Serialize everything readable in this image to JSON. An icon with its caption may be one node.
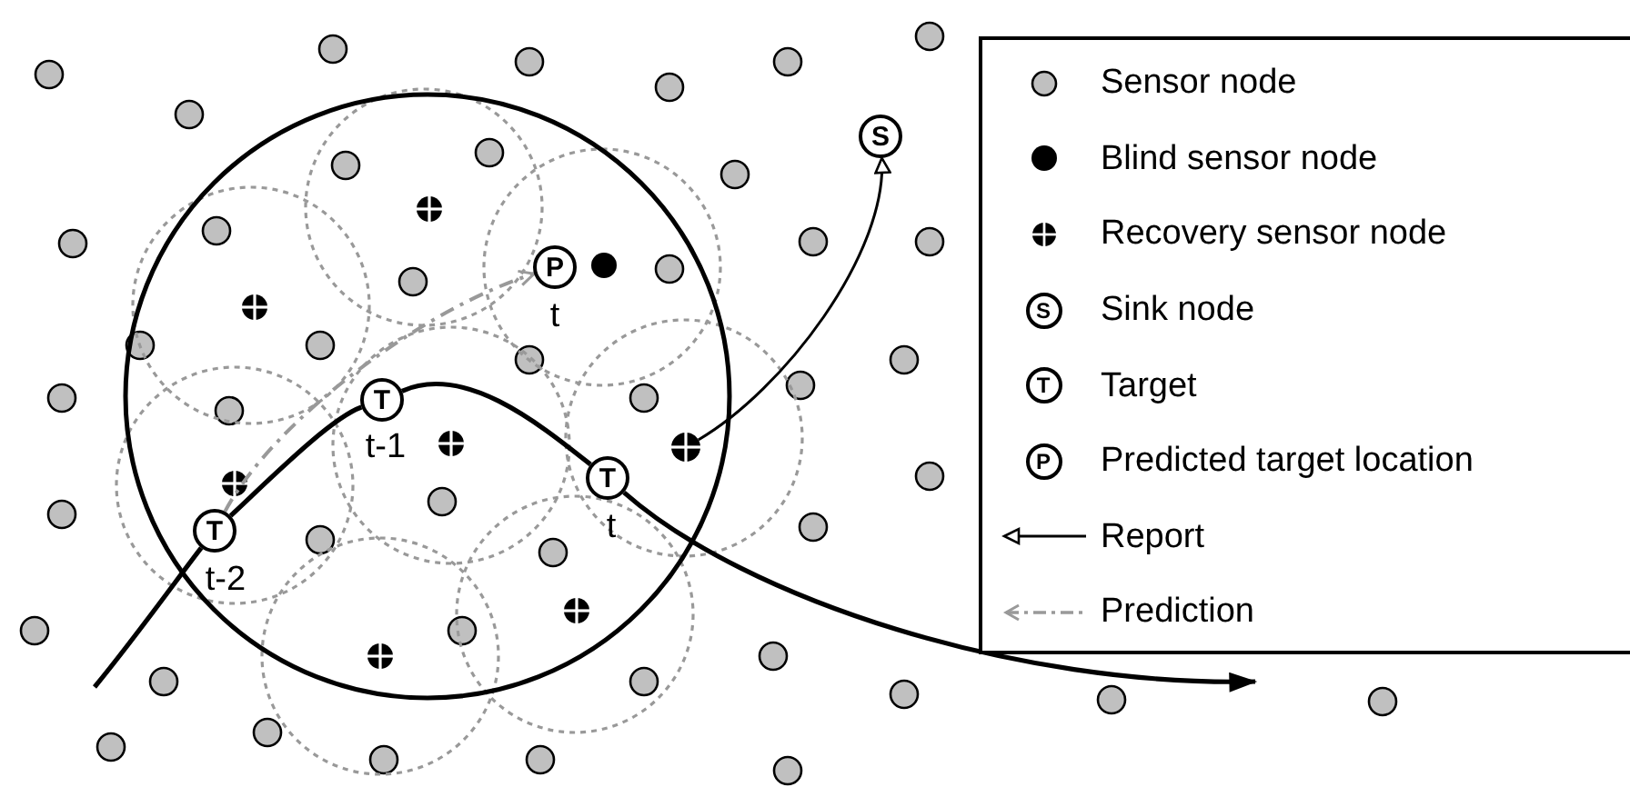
{
  "diagram": {
    "nodes": [
      {
        "text": [
          "S"
        ]
      },
      {
        "text": [
          "P"
        ],
        "beside": [
          "t"
        ]
      },
      {
        "text": [],
        "shape": "circle"
      },
      {
        "text": [
          "T"
        ],
        "beside": [
          "t-1"
        ]
      },
      {
        "text": [
          "T"
        ],
        "beside": [
          "t"
        ]
      },
      {
        "text": [
          "T"
        ],
        "beside": [
          "t-2"
        ]
      }
    ],
    "edges": [
      {
        "from": 2,
        "to": 0,
        "arrow": "to"
      },
      {
        "from": 5,
        "to": 1,
        "arrow": "to",
        "style": "dashed",
        "color": "#999999"
      },
      {
        "from": null,
        "to": 5,
        "arrow": "none"
      },
      {
        "from": 5,
        "to": 3,
        "arrow": "none"
      },
      {
        "from": 3,
        "to": 4,
        "arrow": "none"
      },
      {
        "from": 4,
        "to": null,
        "arrow": "to"
      }
    ],
    "labels": [
      "S",
      "T",
      "P"
    ],
    "legend": [
      {
        "text": "Sensor node"
      },
      {
        "text": "Blind sensor node"
      },
      {
        "text": "Recovery sensor node"
      },
      {
        "text": "Sink node"
      },
      {
        "text": "Target"
      },
      {
        "text": "Predicted target location"
      },
      {
        "text": "Report"
      },
      {
        "text": "Prediction"
      }
    ]
  }
}
